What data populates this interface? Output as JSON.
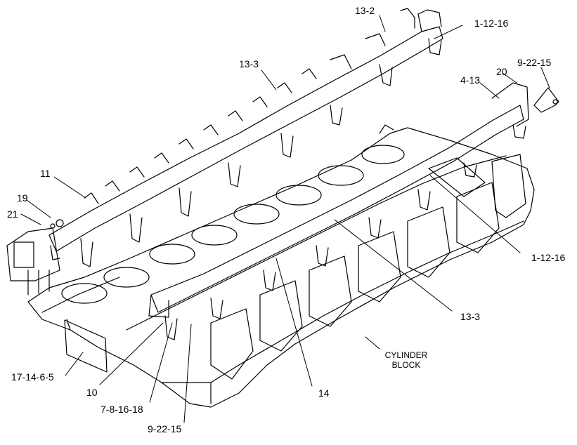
{
  "callouts": {
    "c_13_2": "13-2",
    "c_1_12_16_top": "1-12-16",
    "c_13_3_top": "13-3",
    "c_9_22_15_right": "9-22-15",
    "c_20": "20",
    "c_4_13": "4-13",
    "c_11": "11",
    "c_19": "19",
    "c_21": "21",
    "c_1_12_16_right": "1-12-16",
    "c_13_3_right": "13-3",
    "c_17_14_6_5": "17-14-6-5",
    "c_10": "10",
    "c_14": "14",
    "c_7_8_16_18": "7-8-16-18",
    "c_9_22_15_bottom": "9-22-15"
  },
  "block_label": {
    "line1": "CYLINDER",
    "line2": "BLOCK"
  }
}
